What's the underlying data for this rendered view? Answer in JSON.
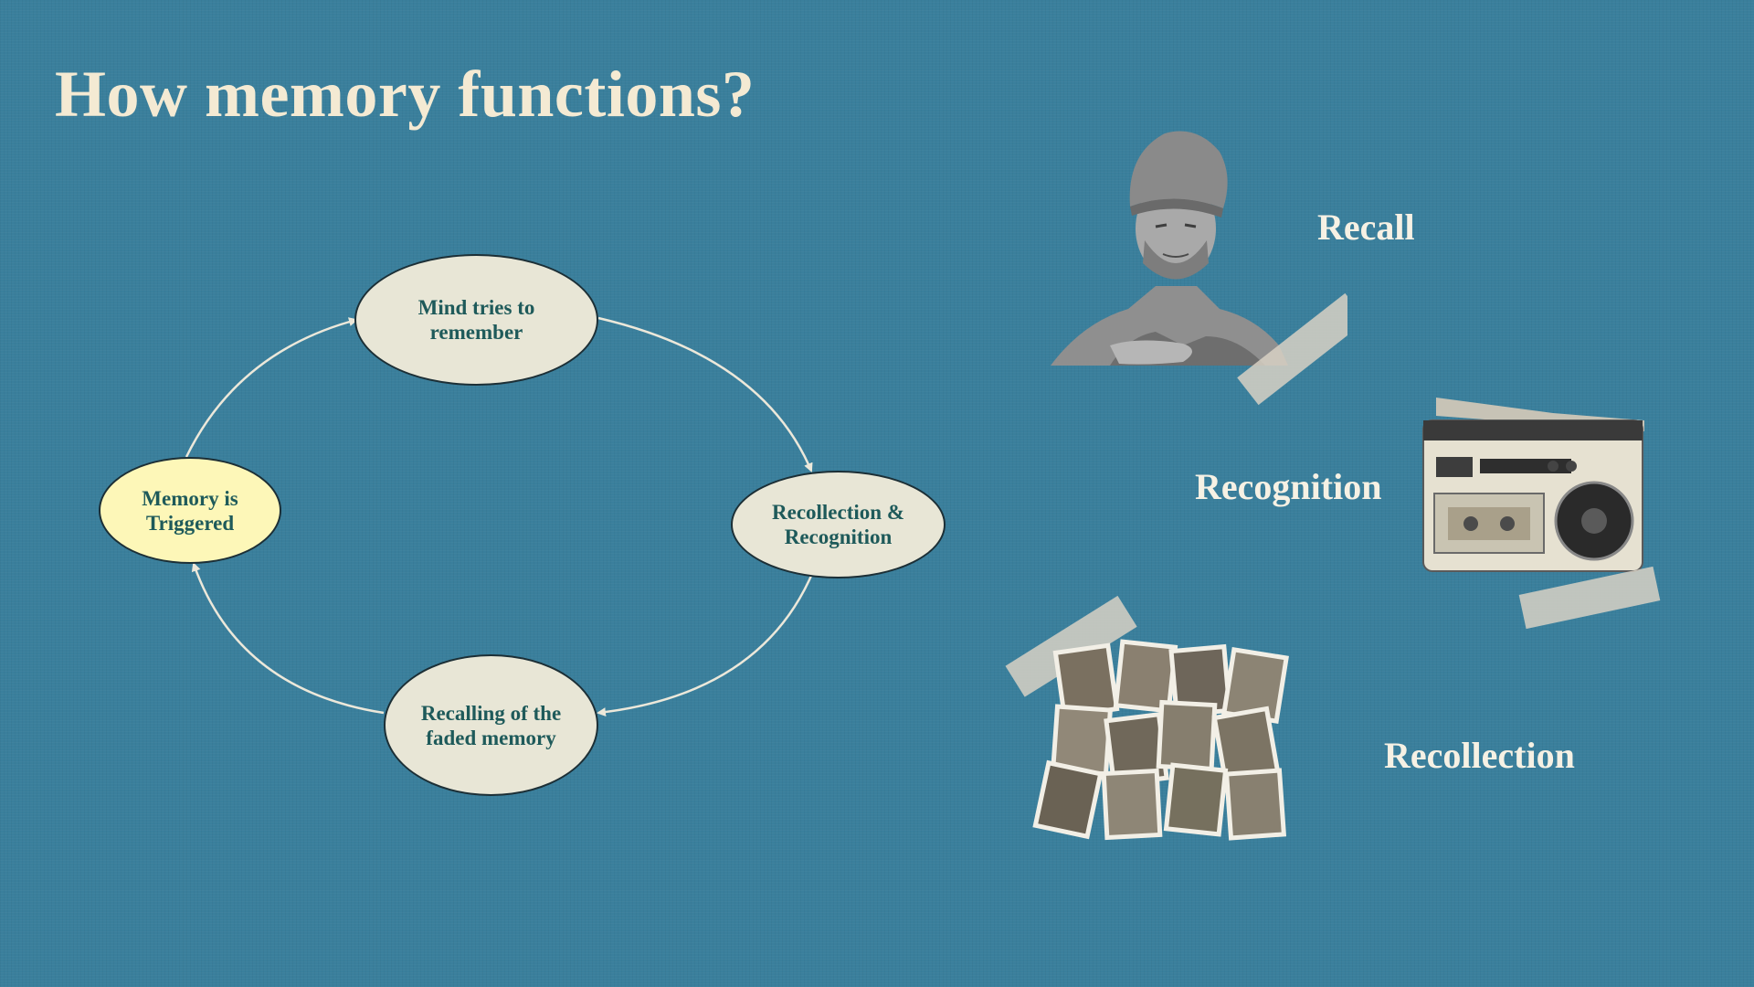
{
  "title": "How memory functions?",
  "cycle": {
    "nodes": [
      {
        "id": "mind",
        "label": "Mind tries to remember"
      },
      {
        "id": "recrec",
        "label": "Recollection & Recognition"
      },
      {
        "id": "recalling",
        "label": "Recalling of the faded memory"
      },
      {
        "id": "trigger",
        "label": "Memory is Triggered"
      }
    ]
  },
  "types": {
    "recall": "Recall",
    "recognition": "Recognition",
    "recollection": "Recollection"
  },
  "colors": {
    "background": "#3a7f9c",
    "title": "#f4ead3",
    "node_fill": "#e8e6d6",
    "trigger_fill": "#fdf7b8",
    "node_text": "#1e5a5a",
    "arrow": "#ece8da"
  }
}
